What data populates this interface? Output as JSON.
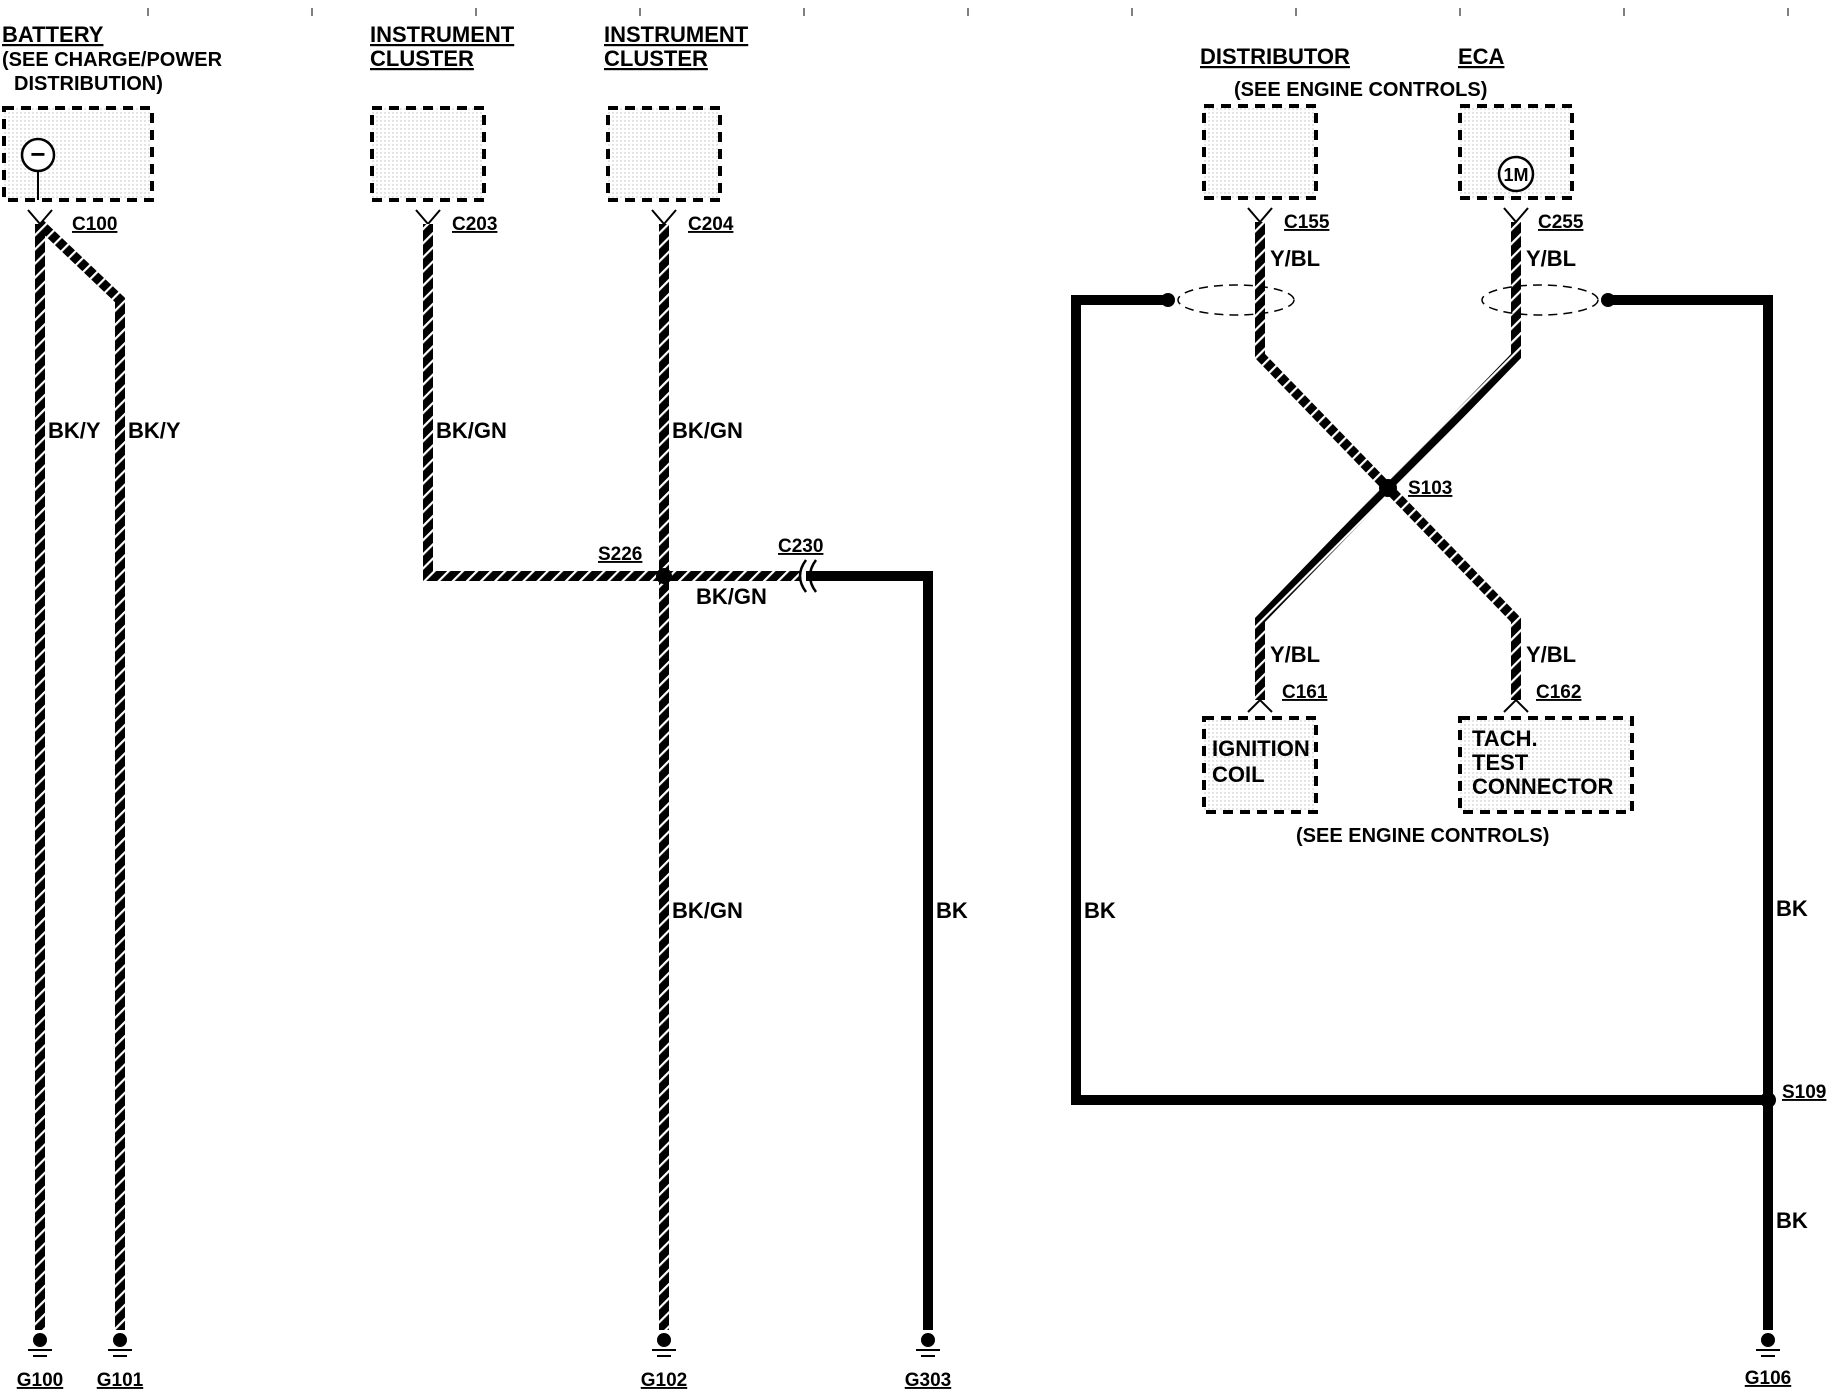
{
  "components": {
    "battery": {
      "title": "BATTERY",
      "note_line1": "(SEE CHARGE/POWER",
      "note_line2": "DISTRIBUTION)",
      "symbol": "−"
    },
    "cluster1": {
      "title_line1": "INSTRUMENT",
      "title_line2": "CLUSTER"
    },
    "cluster2": {
      "title_line1": "INSTRUMENT",
      "title_line2": "CLUSTER"
    },
    "distributor": {
      "title": "DISTRIBUTOR"
    },
    "eca": {
      "title": "ECA",
      "symbol": "1M"
    },
    "engine_note_top": "(SEE ENGINE CONTROLS)",
    "ignition_coil": {
      "line1": "IGNITION",
      "line2": "COIL"
    },
    "tach": {
      "line1": "TACH.",
      "line2": "TEST",
      "line3": "CONNECTOR"
    },
    "engine_note_bottom": "(SEE ENGINE CONTROLS)"
  },
  "connectors": {
    "c100": "C100",
    "c203": "C203",
    "c204": "C204",
    "c230": "C230",
    "c155": "C155",
    "c255": "C255",
    "c161": "C161",
    "c162": "C162"
  },
  "splices": {
    "s226": "S226",
    "s103": "S103",
    "s109": "S109"
  },
  "grounds": {
    "g100": "G100",
    "g101": "G101",
    "g102": "G102",
    "g303": "G303",
    "g106": "G106"
  },
  "wire_colors": {
    "bk_y_1": "BK/Y",
    "bk_y_2": "BK/Y",
    "bk_gn_c203": "BK/GN",
    "bk_gn_c204": "BK/GN",
    "bk_gn_s226": "BK/GN",
    "bk_gn_g102": "BK/GN",
    "bk_g303": "BK",
    "y_bl_c155": "Y/BL",
    "y_bl_c255": "Y/BL",
    "y_bl_c161": "Y/BL",
    "y_bl_c162": "Y/BL",
    "bk_left_loop": "BK",
    "bk_right_loop": "BK",
    "bk_g106": "BK"
  }
}
